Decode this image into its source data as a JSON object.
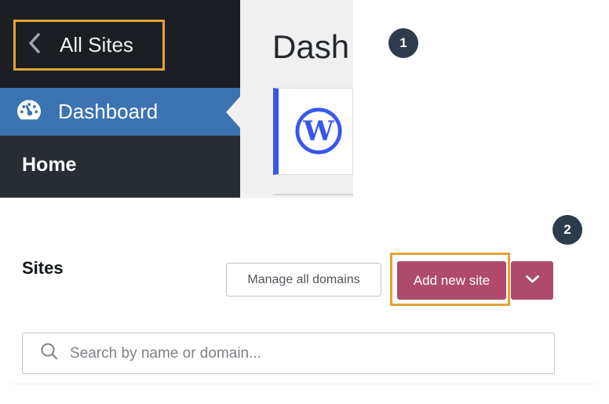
{
  "colors": {
    "sidebar_top_bg": "#1b1f23",
    "sidebar_sub_bg": "#282d33",
    "active_item_bg": "#3b74b0",
    "content_bg": "#f0f0f1",
    "wp_blue": "#3858e9",
    "accent_maroon": "#ae4b6d",
    "annotation_orange": "#e3a335",
    "badge_bg": "#2e3b4b",
    "button_border": "#c3c4c7",
    "muted_text": "#50575e",
    "placeholder_text": "#7d8287"
  },
  "admin": {
    "back_link": "All Sites",
    "menu_dashboard": "Dashboard",
    "submenu_home": "Home",
    "page_heading": "Dash"
  },
  "sites": {
    "title": "Sites",
    "manage_domains": "Manage all domains",
    "add_new_site": "Add new site",
    "search_placeholder": "Search by name or domain..."
  },
  "badges": {
    "step1": "1",
    "step2": "2"
  },
  "icons": {
    "back": "chevron-left",
    "dashboard": "gauge",
    "logo": "wordpress-logo",
    "add_dropdown": "chevron-down",
    "search": "magnifier"
  }
}
